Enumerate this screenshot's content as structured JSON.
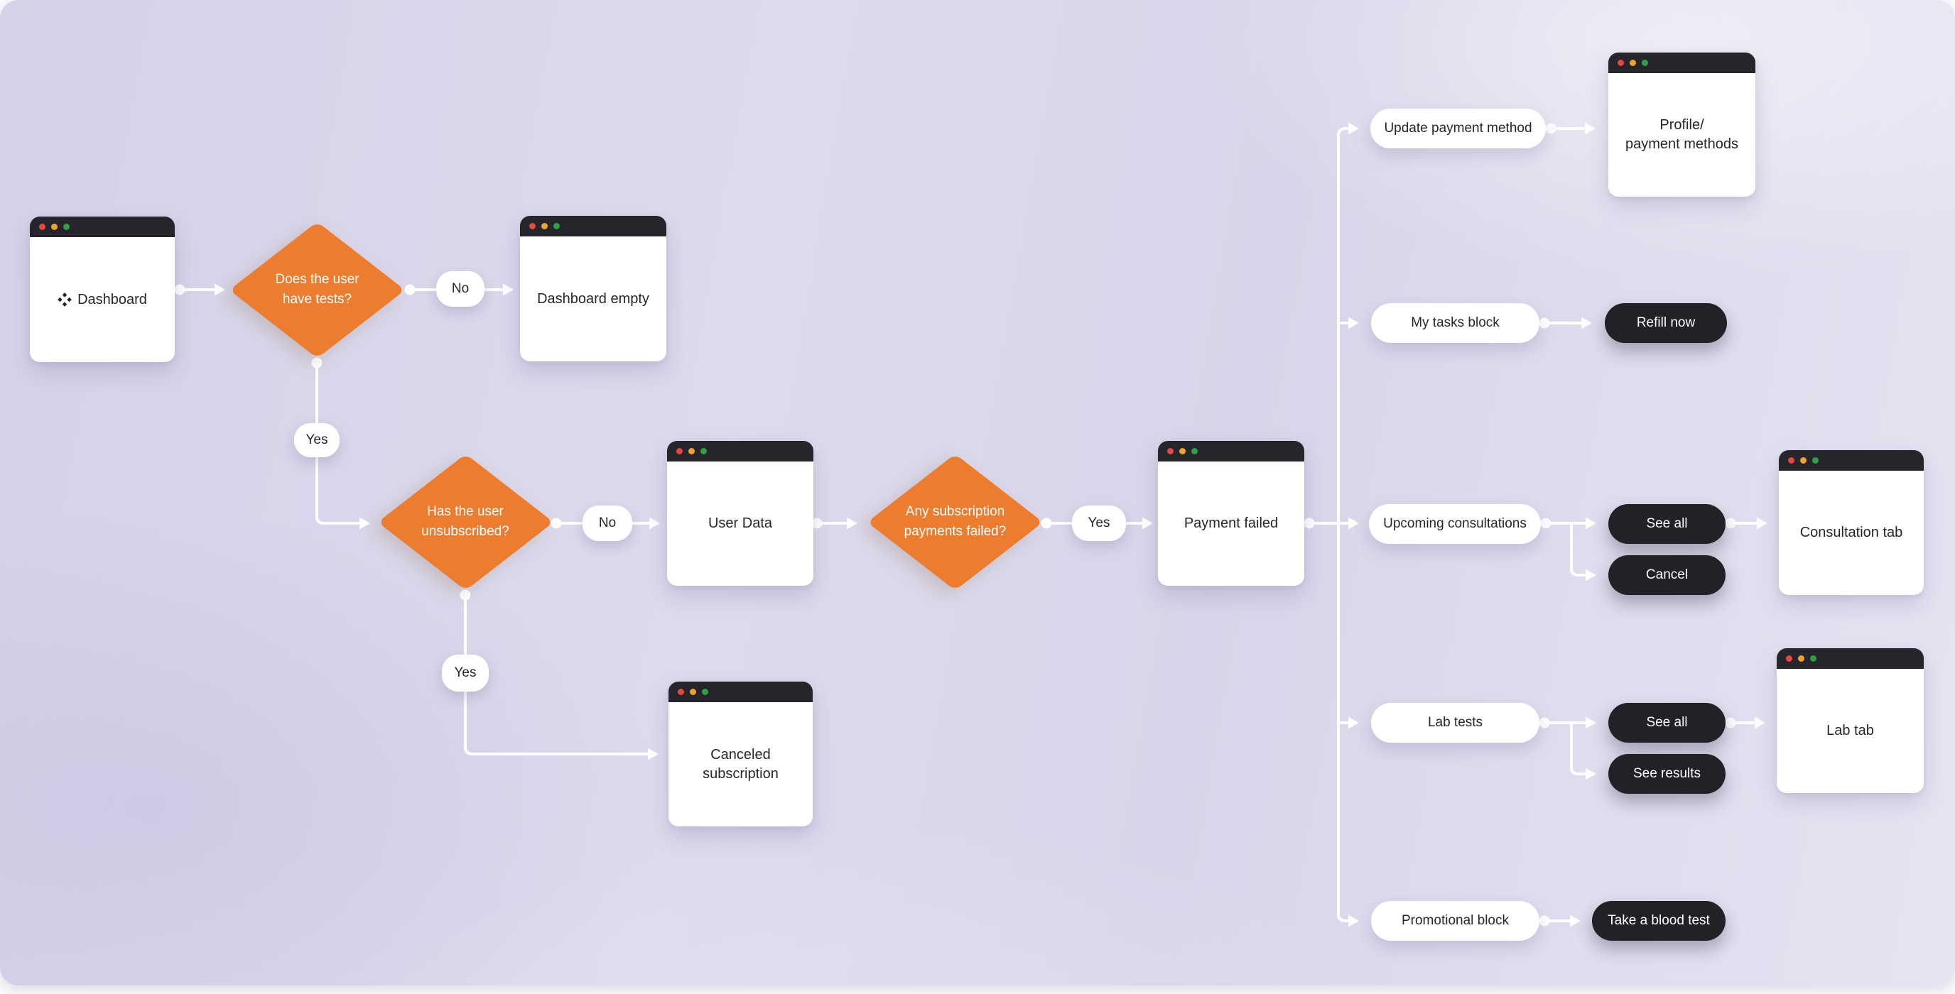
{
  "windows": [
    {
      "id": "dashboard",
      "title": "Dashboard",
      "icon": "four-diamonds-icon"
    },
    {
      "id": "dashboard-empty",
      "title": "Dashboard empty"
    },
    {
      "id": "user-data",
      "title": "User Data"
    },
    {
      "id": "payment-failed",
      "title": "Payment failed"
    },
    {
      "id": "canceled-subscription",
      "title": "Canceled subscription"
    },
    {
      "id": "profile-payment-methods",
      "title_line1": "Profile/",
      "title_line2": "payment methods"
    },
    {
      "id": "consultation-tab",
      "title": "Consultation tab"
    },
    {
      "id": "lab-tab",
      "title": "Lab tab"
    }
  ],
  "decisions": [
    {
      "id": "has-tests",
      "line1": "Does the user",
      "line2": "have tests?"
    },
    {
      "id": "unsubscribed",
      "line1": "Has the user",
      "line2": "unsubscribed?"
    },
    {
      "id": "payments-failed",
      "line1": "Any subscription",
      "line2": "payments failed?"
    }
  ],
  "branch_labels": {
    "no_tests": "No",
    "yes_tests": "Yes",
    "no_unsubscribed": "No",
    "yes_unsubscribed": "Yes",
    "yes_payments_failed": "Yes"
  },
  "feature_pills": [
    {
      "label": "Update payment method"
    },
    {
      "label": "My tasks block"
    },
    {
      "label": "Upcoming consultations"
    },
    {
      "label": "Lab tests"
    },
    {
      "label": "Promotional block"
    }
  ],
  "action_buttons": [
    {
      "label": "Refill now"
    },
    {
      "label": "See all"
    },
    {
      "label": "Cancel"
    },
    {
      "label": "See all"
    },
    {
      "label": "See results"
    },
    {
      "label": "Take a blood test"
    }
  ],
  "colors": {
    "canvas_gradient_start": "#d4d2e7",
    "canvas_gradient_end": "#e6e4f2",
    "diamond_orange": "#ed7d2e",
    "titlebar_dark": "#26252b",
    "pill_dark": "#212127",
    "node_white": "#ffffff",
    "connector_white": "#ffffff",
    "text_dark": "#26262b",
    "text_light": "#ffffff",
    "traffic_red": "#e5483e",
    "traffic_yellow": "#efa32b",
    "traffic_green": "#2f9e44"
  }
}
